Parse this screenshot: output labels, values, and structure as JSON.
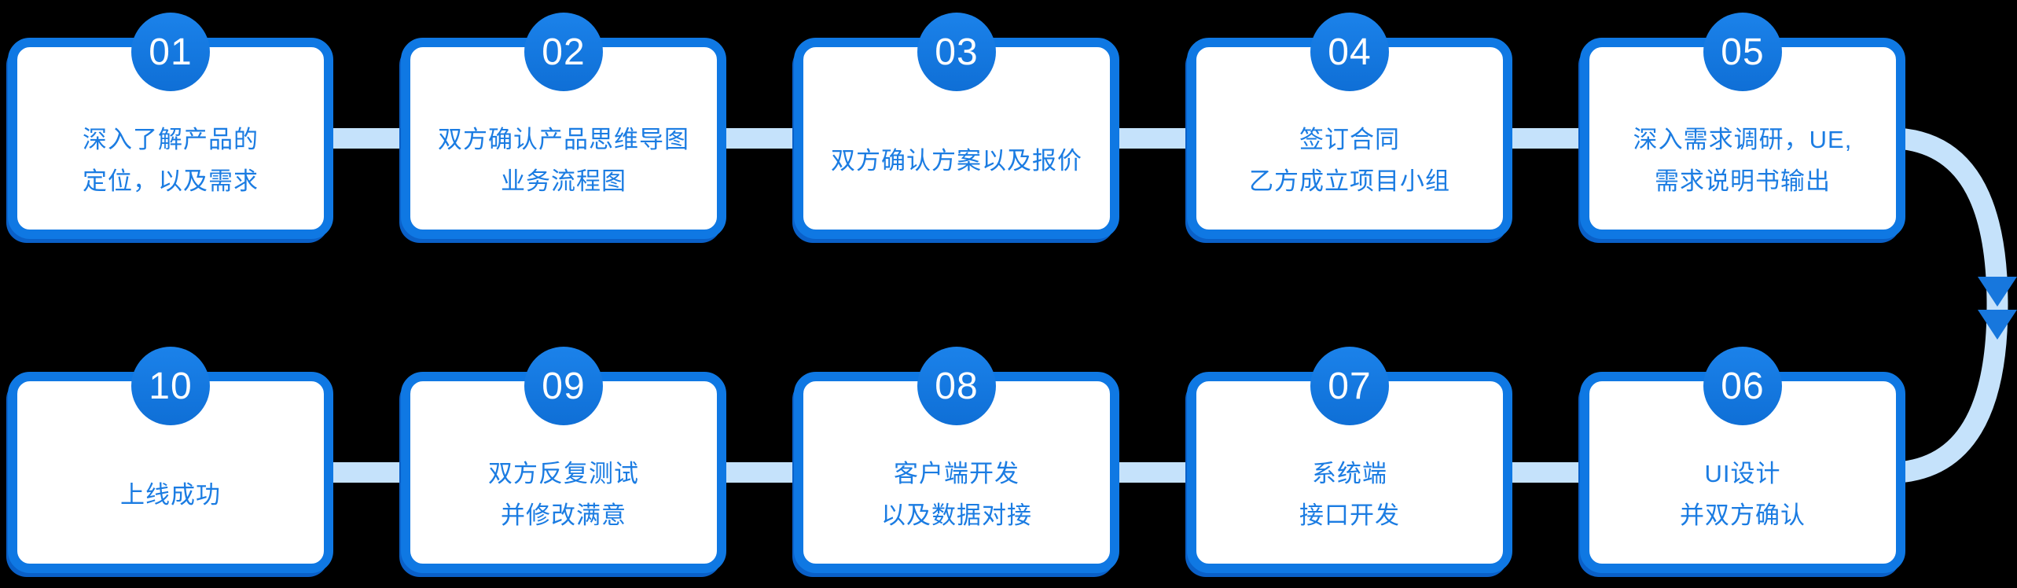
{
  "diagram": {
    "title": "",
    "type": "process-flow",
    "colors": {
      "background": "#000000",
      "card_border": "#0f78e3",
      "card_shadow": "#0a60c8",
      "card_background": "#ffffff",
      "badge_fill": "#1579e2",
      "badge_text": "#ffffff",
      "step_text": "#1b7ce2",
      "connector": "#c5e2fb",
      "arrowhead": "#1777dd"
    },
    "flow": {
      "rows": [
        {
          "direction": "left-to-right",
          "steps": [
            {
              "number": "01",
              "lines": [
                "深入了解产品的",
                "定位，以及需求"
              ]
            },
            {
              "number": "02",
              "lines": [
                "双方确认产品思维导图",
                "业务流程图"
              ]
            },
            {
              "number": "03",
              "lines": [
                "双方确认方案以及报价"
              ]
            },
            {
              "number": "04",
              "lines": [
                "签订合同",
                "乙方成立项目小组"
              ]
            },
            {
              "number": "05",
              "lines": [
                "深入需求调研，UE,",
                "需求说明书输出"
              ]
            }
          ]
        },
        {
          "direction": "right-to-left",
          "steps": [
            {
              "number": "10",
              "lines": [
                "上线成功"
              ]
            },
            {
              "number": "09",
              "lines": [
                "双方反复测试",
                "并修改满意"
              ]
            },
            {
              "number": "08",
              "lines": [
                "客户端开发",
                "以及数据对接"
              ]
            },
            {
              "number": "07",
              "lines": [
                "系统端",
                "接口开发"
              ]
            },
            {
              "number": "06",
              "lines": [
                "UI设计",
                "并双方确认"
              ]
            }
          ]
        }
      ],
      "loop_arrow": {
        "from": "05",
        "to": "06",
        "shape": "curved-right",
        "arrowheads": 2
      }
    }
  }
}
